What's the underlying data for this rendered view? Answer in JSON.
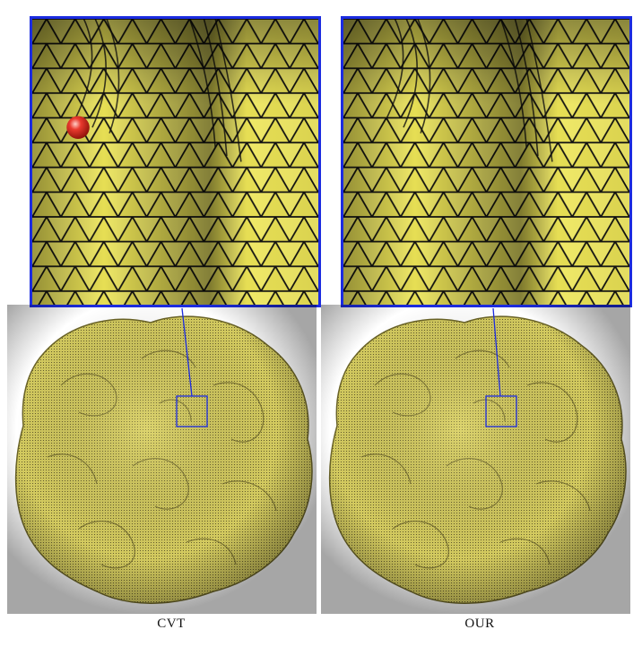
{
  "figure": {
    "panels": [
      {
        "id": "cvt",
        "caption": "CVT",
        "has_marker": true
      },
      {
        "id": "our",
        "caption": "OUR",
        "has_marker": false
      }
    ],
    "colors": {
      "mesh_fill": "#ede65e",
      "mesh_edge": "#111111",
      "frame": "#1c2ce0",
      "molecule_fill": "#c9c05a",
      "marker": "#e8322a"
    }
  }
}
